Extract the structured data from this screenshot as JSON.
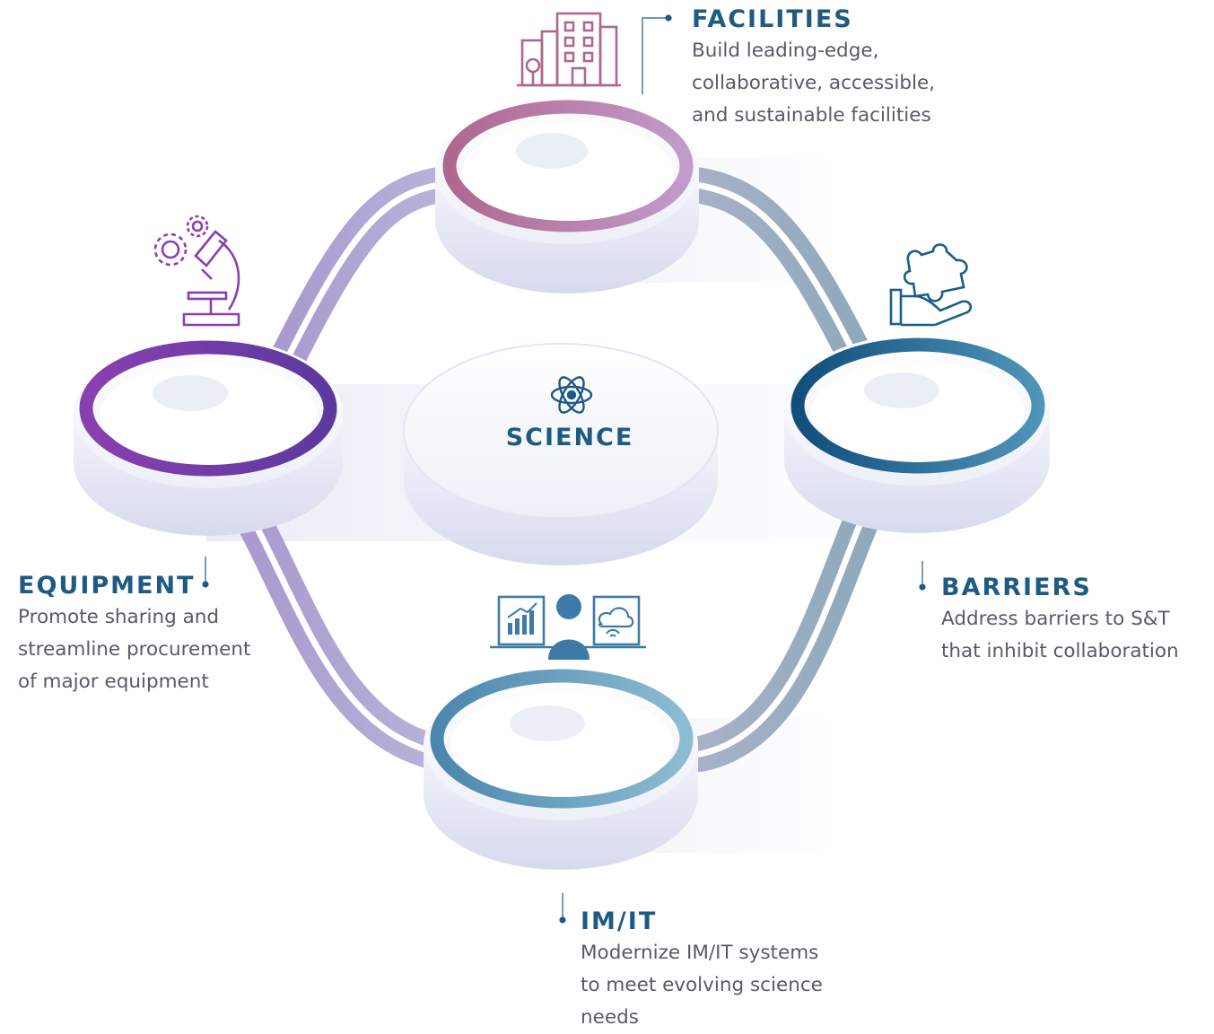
{
  "colors": {
    "title": "#1d5a84",
    "text": "#565c66",
    "facilities": "#b0678f",
    "equipment": "#7b3fa6",
    "barriers": "#1a5e8a",
    "imit": "#5d94b4"
  },
  "center": {
    "title": "SCIENCE",
    "icon": "atom-icon"
  },
  "nodes": {
    "facilities": {
      "title": "FACILITIES",
      "icon": "building-icon",
      "lines": [
        "Build leading-edge,",
        "collaborative, accessible,",
        "and sustainable facilities"
      ]
    },
    "equipment": {
      "title": "EQUIPMENT",
      "icon": "microscope-gears-icon",
      "lines": [
        "Promote sharing and",
        "streamline procurement",
        "of major equipment"
      ]
    },
    "barriers": {
      "title": "BARRIERS",
      "icon": "hand-puzzle-icon",
      "lines": [
        "Address barriers to S&T",
        "that inhibit collaboration"
      ]
    },
    "imit": {
      "title": "IM/IT",
      "icon": "user-monitors-icon",
      "lines": [
        "Modernize IM/IT systems",
        "to meet evolving science",
        "needs"
      ]
    }
  }
}
